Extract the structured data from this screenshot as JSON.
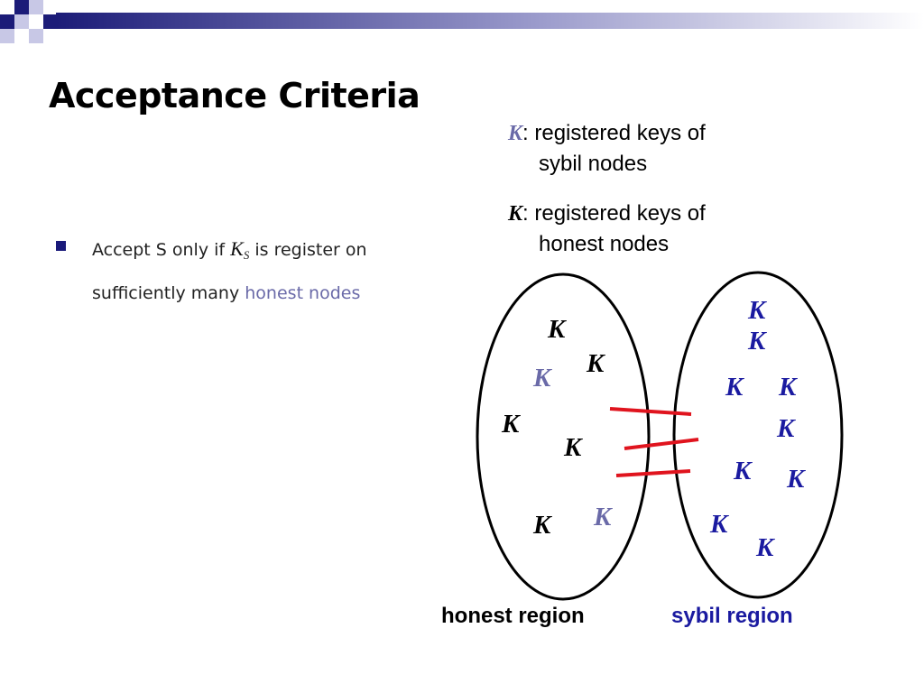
{
  "slide": {
    "title": "Acceptance Criteria",
    "bullet": {
      "text_before": "Accept S only if ",
      "k_symbol": "K",
      "k_subscript": "S",
      "text_after": " is register on",
      "line2_before": "sufficiently many ",
      "line2_accent": "honest nodes"
    }
  },
  "legend": {
    "sybil_key": {
      "symbol": "K",
      "line1": ": registered keys of",
      "line2": "sybil nodes",
      "color": "#6a6aa8"
    },
    "honest_key": {
      "symbol": "K",
      "line1": ": registered keys of",
      "line2": "honest nodes",
      "color": "#000000"
    }
  },
  "diagram": {
    "honest_region": {
      "label": "honest region",
      "label_color": "#000000",
      "keys": [
        {
          "symbol": "K",
          "kind": "honest"
        },
        {
          "symbol": "K",
          "kind": "honest"
        },
        {
          "symbol": "K",
          "kind": "sybil"
        },
        {
          "symbol": "K",
          "kind": "honest"
        },
        {
          "symbol": "K",
          "kind": "honest"
        },
        {
          "symbol": "K",
          "kind": "honest"
        },
        {
          "symbol": "K",
          "kind": "sybil"
        }
      ]
    },
    "sybil_region": {
      "label": "sybil region",
      "label_color": "#1a1aa0",
      "keys": [
        {
          "symbol": "K"
        },
        {
          "symbol": "K"
        },
        {
          "symbol": "K"
        },
        {
          "symbol": "K"
        },
        {
          "symbol": "K"
        },
        {
          "symbol": "K"
        },
        {
          "symbol": "K"
        },
        {
          "symbol": "K"
        },
        {
          "symbol": "K"
        }
      ]
    },
    "attack_edges": {
      "count": 3,
      "color": "#e0141e"
    },
    "colors": {
      "honest_key": "#000000",
      "sybil_key_in_honest": "#6a6aa8",
      "sybil_key": "#1a1aa0"
    }
  }
}
